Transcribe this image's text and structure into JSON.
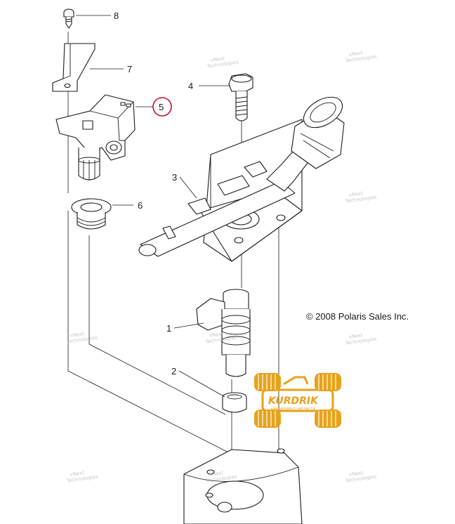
{
  "callouts": [
    {
      "id": "8",
      "label": "8"
    },
    {
      "id": "7",
      "label": "7"
    },
    {
      "id": "5",
      "label": "5",
      "highlight_color": "#c8102e"
    },
    {
      "id": "4",
      "label": "4"
    },
    {
      "id": "3",
      "label": "3"
    },
    {
      "id": "6",
      "label": "6"
    },
    {
      "id": "1",
      "label": "1"
    },
    {
      "id": "2",
      "label": "2"
    }
  ],
  "copyright": "© 2008 Polaris Sales Inc.",
  "watermark": {
    "line1": "vNext",
    "line2": "Technologies"
  },
  "brand": {
    "name": "KURDRIK",
    "tagline": "квадроцикл запчасти",
    "color": "#e8a21a"
  }
}
